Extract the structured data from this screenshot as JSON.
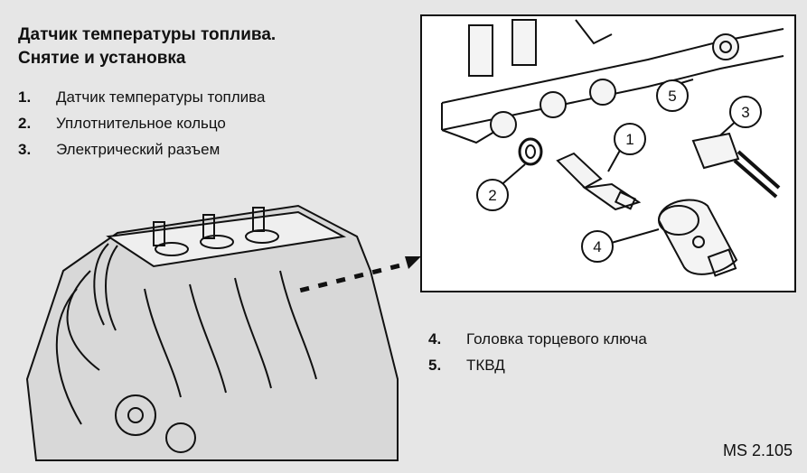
{
  "title_lines": [
    "Датчик температуры топлива.",
    "Снятие и установка"
  ],
  "legend_left": [
    {
      "num": "1.",
      "text": "Датчик температуры топлива"
    },
    {
      "num": "2.",
      "text": "Уплотнительное кольцо"
    },
    {
      "num": "3.",
      "text": "Электрический разъем"
    }
  ],
  "legend_right": [
    {
      "num": "4.",
      "text": "Головка торцевого ключа"
    },
    {
      "num": "5.",
      "text": "ТКВД"
    }
  ],
  "callouts": [
    "1",
    "2",
    "3",
    "4",
    "5"
  ],
  "figure_code": "MS 2.105",
  "colors": {
    "line": "#111111",
    "paper": "#e6e6e6",
    "inset_bg": "#ffffff"
  }
}
